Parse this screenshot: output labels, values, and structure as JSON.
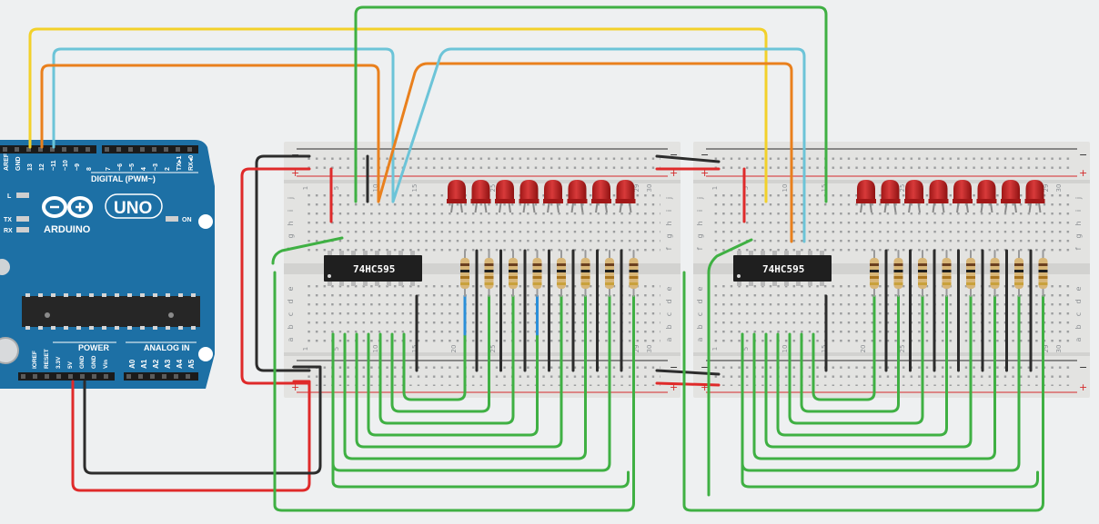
{
  "colors": {
    "background": "#eef0f1",
    "arduino_board": "#1d70a5",
    "breadboard": "#e3e3e1",
    "rail_red": "#d42a2a",
    "wire_yellow": "#f2d12a",
    "wire_cyan": "#6cc4d8",
    "wire_orange": "#e9801d",
    "wire_green": "#3fb043",
    "wire_red": "#df2a2a",
    "wire_black": "#2c2c2c",
    "wire_blue": "#2b8fd8",
    "led_red": "#b91c1c",
    "resistor_body": "#d8b677"
  },
  "arduino": {
    "logo_text": "ARDUINO",
    "model_text": "UNO",
    "digital_header_label": "DIGITAL (PWM~)",
    "power_header_label": "POWER",
    "analog_header_label": "ANALOG IN",
    "on_label": "ON",
    "l_label": "L",
    "tx_label": "TX",
    "rx_label": "RX",
    "digital_pins": [
      "AREF",
      "GND",
      "13",
      "12",
      "~11",
      "~10",
      "~9",
      "8",
      "7",
      "~6",
      "~5",
      "4",
      "~3",
      "2",
      "TX▸1",
      "RX◂0"
    ],
    "power_pins": [
      "IOREF",
      "RESET",
      "3.3V",
      "5V",
      "GND",
      "GND",
      "Vin"
    ],
    "analog_pins": [
      "A0",
      "A1",
      "A2",
      "A3",
      "A4",
      "A5"
    ]
  },
  "breadboards": [
    {
      "chip_label": "74HC595",
      "rows_top": [
        "j",
        "i",
        "h",
        "g",
        "f"
      ],
      "rows_bottom": [
        "e",
        "d",
        "c",
        "b",
        "a"
      ],
      "column_numbers": [
        "1",
        "5",
        "10",
        "15",
        "20",
        "25",
        "29",
        "30"
      ],
      "rail_plus": "+",
      "rail_minus": "−",
      "led_count": 8,
      "resistor_count": 8
    },
    {
      "chip_label": "74HC595",
      "rows_top": [
        "j",
        "i",
        "h",
        "g",
        "f"
      ],
      "rows_bottom": [
        "e",
        "d",
        "c",
        "b",
        "a"
      ],
      "column_numbers": [
        "1",
        "5",
        "10",
        "15",
        "20",
        "25",
        "29",
        "30"
      ],
      "rail_plus": "+",
      "rail_minus": "−",
      "led_count": 8,
      "resistor_count": 8
    }
  ]
}
